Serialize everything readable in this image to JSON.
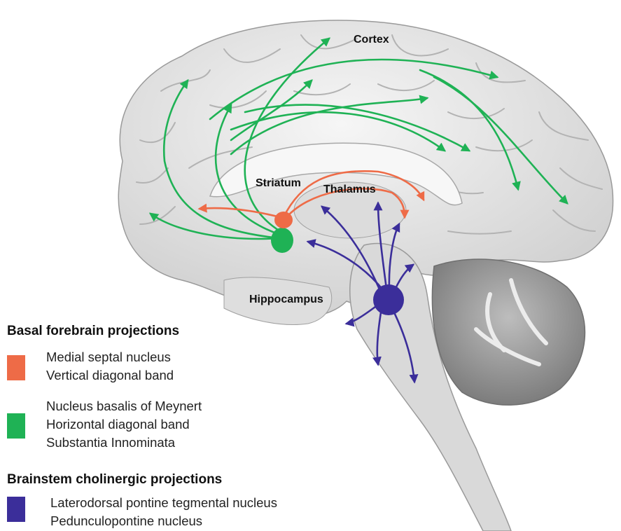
{
  "colors": {
    "brain_fill": "#ececec",
    "brain_outline": "#9a9a9a",
    "basal_forebrain_medial": "#ee6b47",
    "basal_forebrain_nbm": "#1fb255",
    "brainstem": "#3b2e9a"
  },
  "labels": {
    "cortex": "Cortex",
    "striatum": "Striatum",
    "thalamus": "Thalamus",
    "hippocampus": "Hippocampus"
  },
  "legend": {
    "basal_forebrain": {
      "heading": "Basal forebrain projections",
      "groups": [
        {
          "color": "#ee6b47",
          "lines": [
            "Medial septal nucleus",
            "Vertical diagonal band"
          ]
        },
        {
          "color": "#1fb255",
          "lines": [
            "Nucleus basalis of Meynert",
            "Horizontal diagonal band",
            "Substantia Innominata"
          ]
        }
      ]
    },
    "brainstem": {
      "heading": "Brainstem cholinergic projections",
      "groups": [
        {
          "color": "#3b2e9a",
          "lines": [
            "Laterodorsal pontine tegmental nucleus",
            "Pedunculopontine nucleus"
          ]
        }
      ]
    }
  }
}
